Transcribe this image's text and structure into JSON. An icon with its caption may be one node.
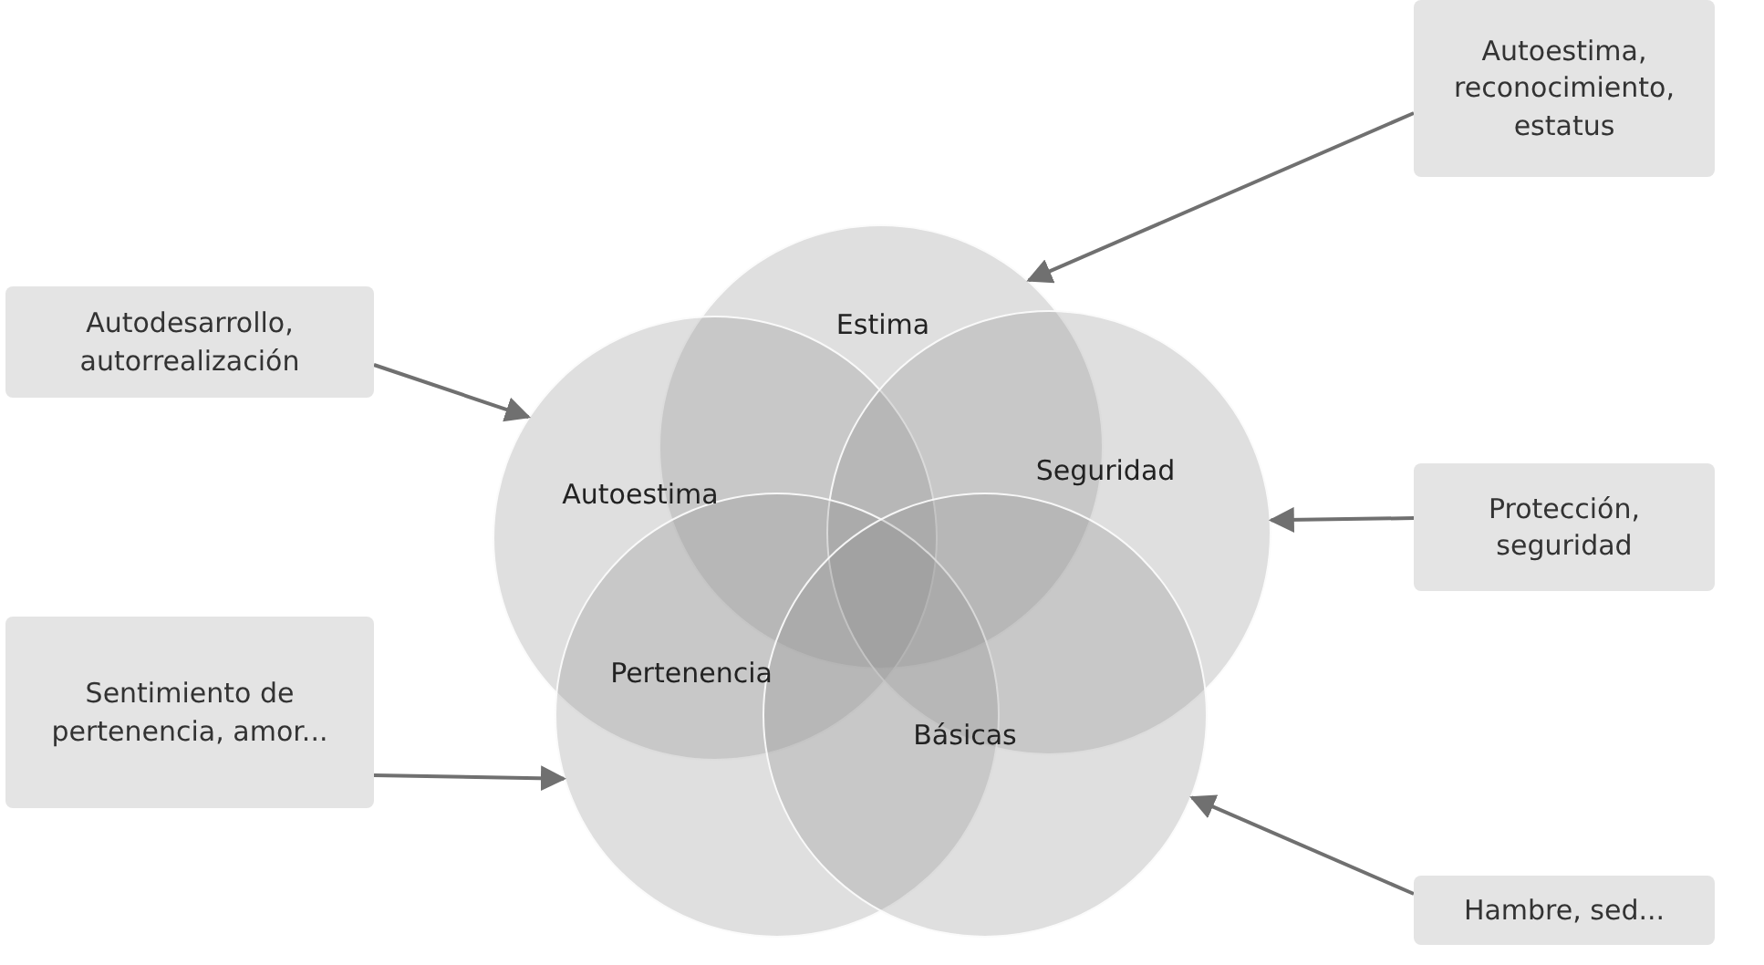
{
  "diagram": {
    "nodes": [
      {
        "text": [
          "Autoestima, reconocimiento, estatus"
        ]
      },
      {
        "text": [
          "Estima"
        ]
      },
      {
        "text": [
          "Autodesarrollo, autorrealización"
        ]
      },
      {
        "text": [
          "Autoestima"
        ]
      },
      {
        "text": [
          "Seguridad"
        ]
      },
      {
        "text": [
          "Protección, seguridad"
        ]
      },
      {
        "text": [
          "Sentimiento de pertenencia, amor..."
        ]
      },
      {
        "text": [
          "Pertenencia"
        ]
      },
      {
        "text": [
          "Básicas"
        ]
      },
      {
        "text": [
          "Hambre, sed..."
        ]
      }
    ],
    "edges": [
      {
        "from": 0,
        "to": 1,
        "arrow": "to"
      },
      {
        "from": 2,
        "to": 3,
        "arrow": "to"
      },
      {
        "from": 5,
        "to": 4,
        "arrow": "to"
      },
      {
        "from": 6,
        "to": 7,
        "arrow": "to"
      },
      {
        "from": 9,
        "to": 8,
        "arrow": "to"
      }
    ]
  }
}
